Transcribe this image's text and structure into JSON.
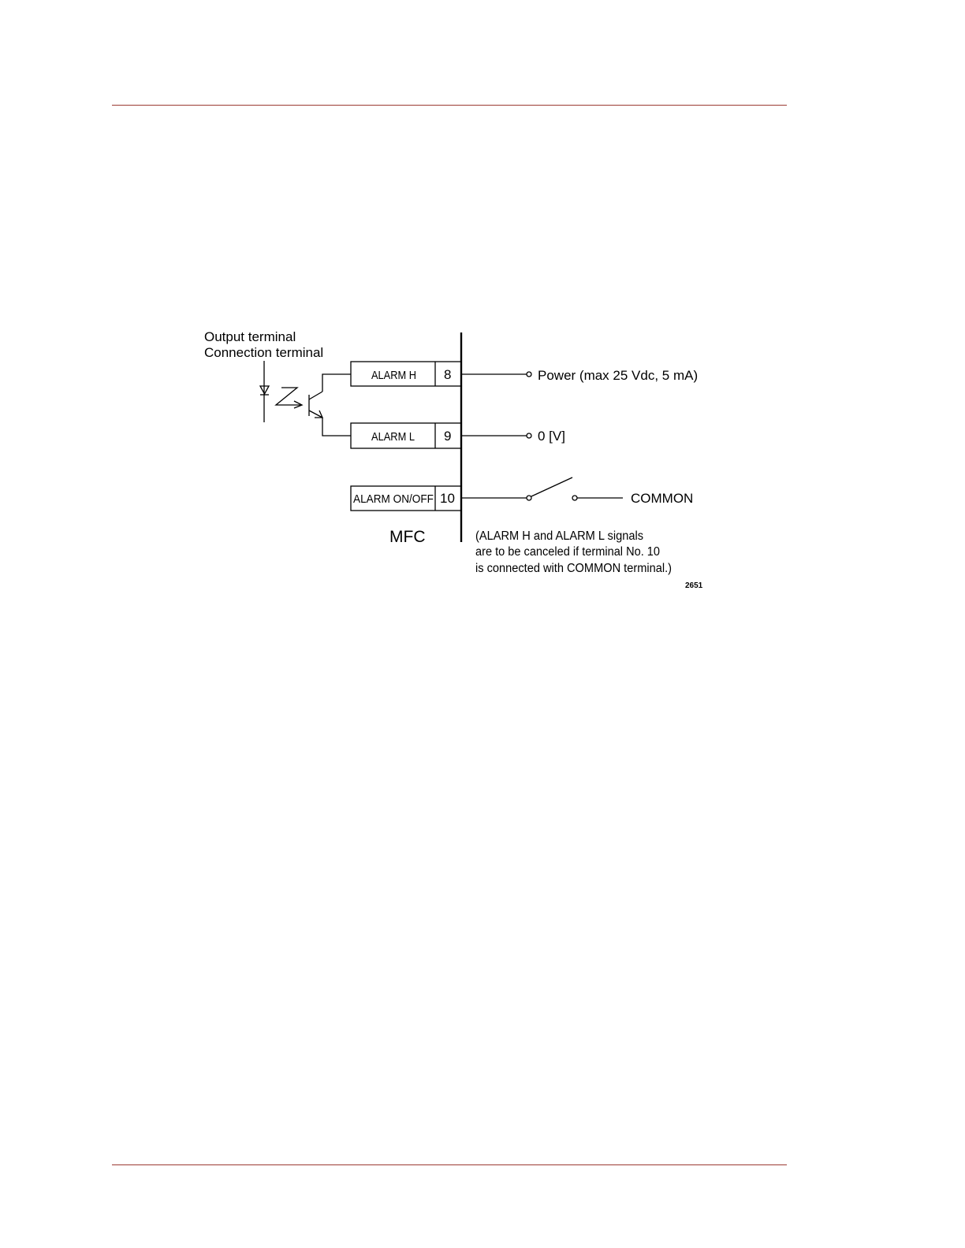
{
  "colors": {
    "rule": "#9b3a32",
    "ink": "#000000"
  },
  "diagram": {
    "output_label_1": "Output terminal",
    "output_label_2": "Connection terminal",
    "terminals": [
      {
        "name": "ALARM H",
        "number": "8",
        "connection": "Power (max 25 Vdc, 5 mA)"
      },
      {
        "name": "ALARM L",
        "number": "9",
        "connection": "0 [V]"
      },
      {
        "name": "ALARM ON/OFF",
        "number": "10",
        "connection": "COMMON"
      }
    ],
    "device": "MFC",
    "note_lines": [
      "(ALARM H and ALARM L signals",
      "are to be canceled if terminal No. 10",
      "is connected with COMMON terminal.)"
    ],
    "figure_code": "2651"
  }
}
